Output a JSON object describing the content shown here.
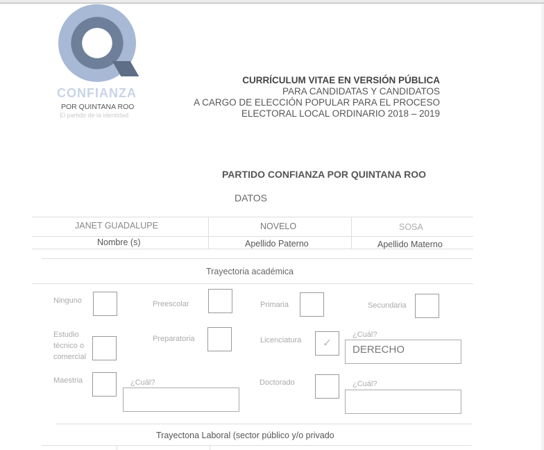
{
  "logo": {
    "name": "CONFIANZA",
    "subtitle": "POR QUINTANA ROO",
    "tagline": "El partido de la identidad"
  },
  "header": {
    "line1": "CURRÍCULUM VITAE EN VERSIÓN PÚBLICA",
    "line2": "PARA CANDIDATAS Y CANDIDATOS",
    "line3": "A CARGO DE ELECCIÓN POPULAR PARA EL PROCESO",
    "line4": "ELECTORAL LOCAL ORDINARIO 2018 – 2019"
  },
  "party": "PARTIDO CONFIANZA POR QUINTANA ROO",
  "datos": "DATOS",
  "names": {
    "first": "JANET GUADALUPE",
    "paternal": "NOVELO",
    "maternal": "SOSA",
    "first_label": "Nombre (s)",
    "paternal_label": "Apellido Paterno",
    "maternal_label": "Apellido Materno"
  },
  "academic": {
    "title": "Trayectoria académica",
    "ninguno": "Ninguno",
    "preescolar": "Preescolar",
    "primaria": "Primaria",
    "secundaria": "Secundaria",
    "tecnico": "Estudio técnico o comercial",
    "preparatoria": "Preparatoria",
    "licenciatura": "Licenciatura",
    "licenciatura_checked": true,
    "cual": "¿Cuál?",
    "licenciatura_value": "DERECHO",
    "maestria": "Maestria",
    "doctorado": "Doctorado"
  },
  "labor": {
    "title": "Trayectona Laboral (sector público y/o privado"
  }
}
